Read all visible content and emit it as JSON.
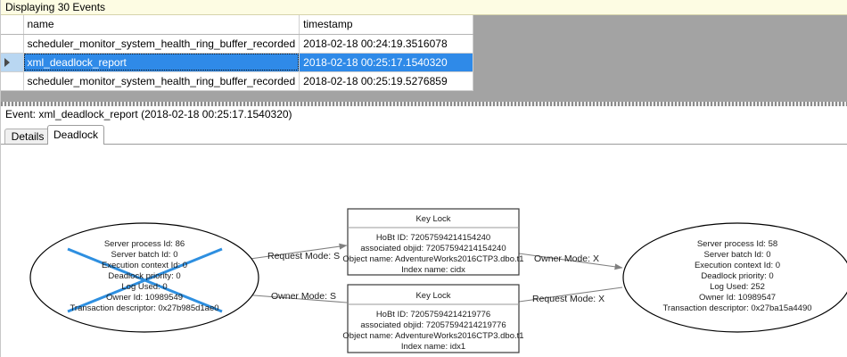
{
  "window": {
    "title": "Extended Events — Deadlock",
    "colors": {
      "caption_bg": "#fdfce3",
      "selection_blue": "#2f8ae8",
      "selection_header_blue": "#b9d7f2",
      "grid_filler_gray": "#a3a3a3",
      "victim_cross_blue": "#2e8fe0",
      "edge_gray": "#808080"
    }
  },
  "events_grid": {
    "caption": "Displaying 30 Events",
    "columns": [
      "",
      "name",
      "timestamp"
    ],
    "row_indicator_icon": "row-selector-triangle-icon",
    "rows": [
      {
        "indicator": "",
        "name": "scheduler_monitor_system_health_ring_buffer_recorded",
        "timestamp": "2018-02-18 00:24:19.3516078",
        "selected": false
      },
      {
        "indicator": "▶",
        "name": "xml_deadlock_report",
        "timestamp": "2018-02-18 00:25:17.1540320",
        "selected": true
      },
      {
        "indicator": "",
        "name": "scheduler_monitor_system_health_ring_buffer_recorded",
        "timestamp": "2018-02-18 00:25:19.5276859",
        "selected": false
      }
    ]
  },
  "event_detail": {
    "header": "Event: xml_deadlock_report (2018-02-18 00:25:17.1540320)",
    "tabs": [
      {
        "label": "Details",
        "active": false
      },
      {
        "label": "Deadlock",
        "active": true
      }
    ]
  },
  "deadlock_graph": {
    "processes": [
      {
        "id": "process-left",
        "is_victim": true,
        "lines": [
          "Server process Id: 86",
          "Server batch Id: 0",
          "Execution context Id: 0",
          "Deadlock priority: 0",
          "Log Used: 0",
          "Owner Id: 10989549",
          "Transaction descriptor: 0x27b985d1ae0"
        ]
      },
      {
        "id": "process-right",
        "is_victim": false,
        "lines": [
          "Server process Id: 58",
          "Server batch Id: 0",
          "Execution context Id: 0",
          "Deadlock priority: 0",
          "Log Used: 252",
          "Owner Id: 10989547",
          "Transaction descriptor: 0x27ba15a4490"
        ]
      }
    ],
    "resources": [
      {
        "id": "key-lock-top",
        "title": "Key Lock",
        "lines": [
          "HoBt ID: 72057594214154240",
          "associated objid: 72057594214154240",
          "Object name: AdventureWorks2016CTP3.dbo.t1",
          "Index name: cidx"
        ]
      },
      {
        "id": "key-lock-bottom",
        "title": "Key Lock",
        "lines": [
          "HoBt ID: 72057594214219776",
          "associated objid: 72057594214219776",
          "Object name: AdventureWorks2016CTP3.dbo.t1",
          "Index name: idx1"
        ]
      }
    ],
    "edges": [
      {
        "id": "edge-top-left",
        "label": "Request Mode: S",
        "from": "process-left",
        "to": "key-lock-top"
      },
      {
        "id": "edge-bottom-left",
        "label": "Owner Mode: S",
        "from": "key-lock-bottom",
        "to": "process-left"
      },
      {
        "id": "edge-top-right",
        "label": "Owner Mode: X",
        "from": "key-lock-top",
        "to": "process-right"
      },
      {
        "id": "edge-bottom-right",
        "label": "Request Mode: X",
        "from": "process-right",
        "to": "key-lock-bottom"
      }
    ]
  }
}
